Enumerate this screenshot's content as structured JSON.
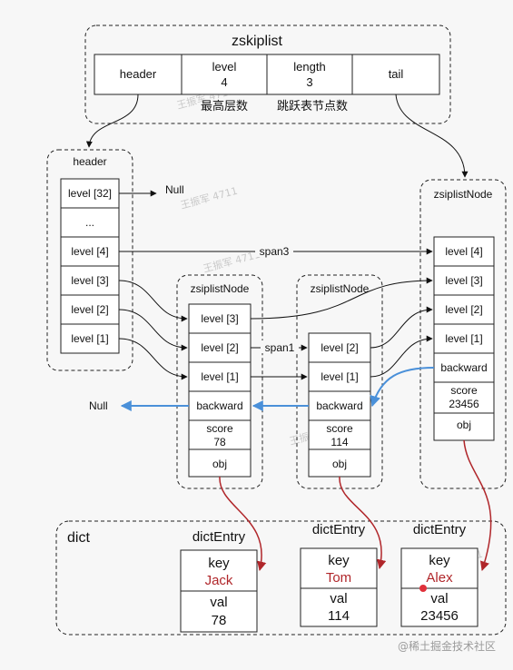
{
  "zskiplist": {
    "title": "zskiplist",
    "fields": [
      {
        "label": "header",
        "value": ""
      },
      {
        "label": "level",
        "value": "4"
      },
      {
        "label": "length",
        "value": "3"
      },
      {
        "label": "tail",
        "value": ""
      }
    ],
    "level_caption": "最高层数",
    "length_caption": "跳跃表节点数"
  },
  "header_node": {
    "title": "header",
    "cells": [
      "level [32]",
      "...",
      "level [4]",
      "level [3]",
      "level [2]",
      "level [1]"
    ],
    "null_label": "Null"
  },
  "nodes": [
    {
      "title": "zsiplistNode",
      "cells": [
        "level [3]",
        "level [2]",
        "level [1]",
        "backward",
        "score\n78",
        "obj"
      ]
    },
    {
      "title": "zsiplistNode",
      "cells": [
        "level [2]",
        "level [1]",
        "backward",
        "score\n114",
        "obj"
      ]
    },
    {
      "title": "zsiplistNode",
      "cells": [
        "level [4]",
        "level [3]",
        "level [2]",
        "level [1]",
        "backward",
        "score\n23456",
        "obj"
      ]
    }
  ],
  "labels": {
    "span3": "span3",
    "span1": "span1",
    "null_left": "Null"
  },
  "dict": {
    "title": "dict",
    "entries": [
      {
        "title": "dictEntry",
        "key_label": "key",
        "key": "Jack",
        "val_label": "val",
        "val": "78"
      },
      {
        "title": "dictEntry",
        "key_label": "key",
        "key": "Tom",
        "val_label": "val",
        "val": "114"
      },
      {
        "title": "dictEntry",
        "key_label": "key",
        "key": "Alex",
        "val_label": "val",
        "val": "23456"
      }
    ]
  },
  "watermark": {
    "repeat_text": "王振军 4711",
    "footer": "@稀土掘金技术社区"
  },
  "colors": {
    "pointer": "#111111",
    "obj_pointer": "#b0262a",
    "backward_pointer": "#4a90d9",
    "key_text": "#b0262a"
  }
}
